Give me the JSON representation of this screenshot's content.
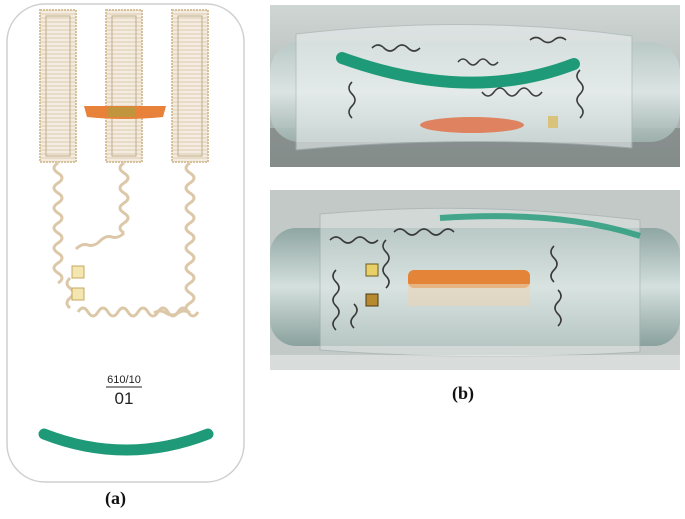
{
  "figure": {
    "panel_a": {
      "caption": "(a)",
      "label_top": "610/10",
      "label_bottom": "01",
      "colors": {
        "pad": "#e8823a",
        "arc": "#1f9a78",
        "trace": "#d9c8a8",
        "outline": "#c9c9c9"
      }
    },
    "panel_b": {
      "caption": "(b)",
      "colors": {
        "tube": "#9fb8b4",
        "green": "#1f9a78",
        "orange": "#e8823a",
        "trace": "#3a3a3a"
      }
    }
  }
}
